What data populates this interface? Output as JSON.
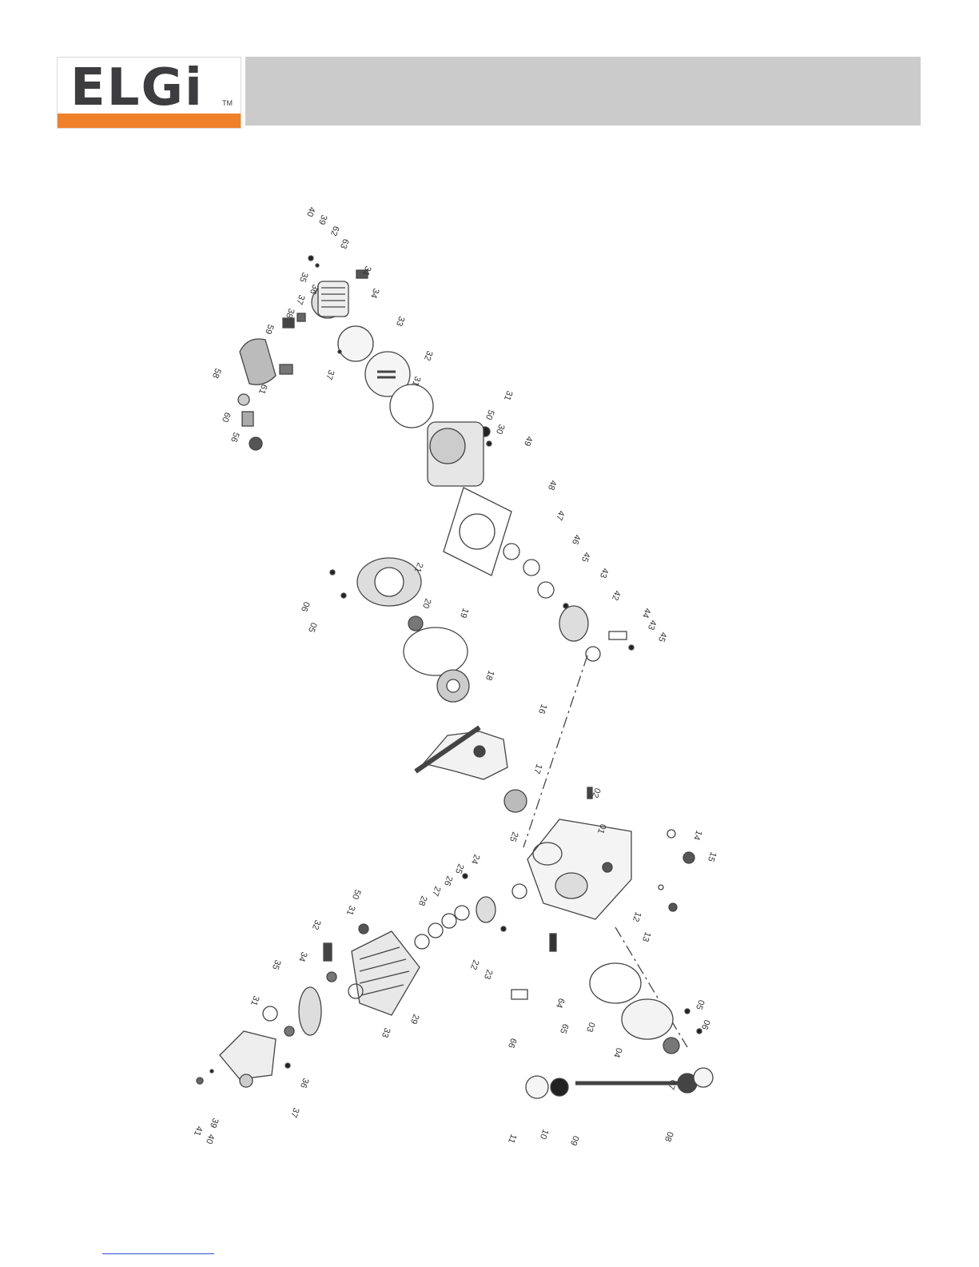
{
  "brand": {
    "logo_text": "ELGi",
    "trademark": "TM",
    "accent_color": "#f0802a",
    "logo_text_color": "#3d3d3f",
    "band_color": "#cbcbcb"
  },
  "diagram": {
    "labels": [
      {
        "text": "40",
        "group": "top-head"
      },
      {
        "text": "39",
        "group": "top-head"
      },
      {
        "text": "62",
        "group": "top-head"
      },
      {
        "text": "63",
        "group": "top-head"
      },
      {
        "text": "35",
        "group": "top-head"
      },
      {
        "text": "31",
        "group": "top-head"
      },
      {
        "text": "36",
        "group": "top-head"
      },
      {
        "text": "37",
        "group": "top-head"
      },
      {
        "text": "38",
        "group": "top-head"
      },
      {
        "text": "59",
        "group": "top-head"
      },
      {
        "text": "34",
        "group": "top-head"
      },
      {
        "text": "37",
        "group": "top-head"
      },
      {
        "text": "33",
        "group": "top-head"
      },
      {
        "text": "58",
        "group": "top-head"
      },
      {
        "text": "61",
        "group": "top-head"
      },
      {
        "text": "60",
        "group": "top-head"
      },
      {
        "text": "56",
        "group": "top-head"
      },
      {
        "text": "32",
        "group": "top-head"
      },
      {
        "text": "31",
        "group": "top-head"
      },
      {
        "text": "50",
        "group": "top-cylinder"
      },
      {
        "text": "30",
        "group": "top-cylinder"
      },
      {
        "text": "31",
        "group": "top-cylinder"
      },
      {
        "text": "49",
        "group": "top-cylinder"
      },
      {
        "text": "48",
        "group": "top-cylinder"
      },
      {
        "text": "47",
        "group": "top-cylinder"
      },
      {
        "text": "46",
        "group": "top-cylinder"
      },
      {
        "text": "45",
        "group": "top-cylinder"
      },
      {
        "text": "43",
        "group": "top-cylinder"
      },
      {
        "text": "42",
        "group": "top-cylinder"
      },
      {
        "text": "44",
        "group": "top-cylinder"
      },
      {
        "text": "43",
        "group": "top-cylinder"
      },
      {
        "text": "45",
        "group": "top-cylinder"
      },
      {
        "text": "21",
        "group": "crank"
      },
      {
        "text": "20",
        "group": "crank"
      },
      {
        "text": "06",
        "group": "crank"
      },
      {
        "text": "05",
        "group": "crank"
      },
      {
        "text": "19",
        "group": "crank"
      },
      {
        "text": "18",
        "group": "crank"
      },
      {
        "text": "16",
        "group": "crank"
      },
      {
        "text": "17",
        "group": "crank"
      },
      {
        "text": "02",
        "group": "crank"
      },
      {
        "text": "01",
        "group": "crankcase"
      },
      {
        "text": "14",
        "group": "crankcase"
      },
      {
        "text": "15",
        "group": "crankcase"
      },
      {
        "text": "12",
        "group": "crankcase"
      },
      {
        "text": "13",
        "group": "crankcase"
      },
      {
        "text": "25",
        "group": "crankcase"
      },
      {
        "text": "24",
        "group": "crankcase"
      },
      {
        "text": "25",
        "group": "crankcase"
      },
      {
        "text": "26",
        "group": "crankcase"
      },
      {
        "text": "27",
        "group": "crankcase"
      },
      {
        "text": "28",
        "group": "crankcase"
      },
      {
        "text": "22",
        "group": "crankcase"
      },
      {
        "text": "23",
        "group": "crankcase"
      },
      {
        "text": "50",
        "group": "lower-cylinder"
      },
      {
        "text": "31",
        "group": "lower-cylinder"
      },
      {
        "text": "29",
        "group": "lower-cylinder"
      },
      {
        "text": "32",
        "group": "lower-cylinder"
      },
      {
        "text": "33",
        "group": "lower-cylinder"
      },
      {
        "text": "34",
        "group": "lower-cylinder"
      },
      {
        "text": "35",
        "group": "lower-cylinder"
      },
      {
        "text": "31",
        "group": "lower-cylinder"
      },
      {
        "text": "36",
        "group": "lower-cylinder"
      },
      {
        "text": "37",
        "group": "lower-cylinder"
      },
      {
        "text": "41",
        "group": "lower-cylinder"
      },
      {
        "text": "39",
        "group": "lower-cylinder"
      },
      {
        "text": "40",
        "group": "lower-cylinder"
      },
      {
        "text": "64",
        "group": "lower-cylinder"
      },
      {
        "text": "65",
        "group": "lower-cylinder"
      },
      {
        "text": "66",
        "group": "lower-cylinder"
      },
      {
        "text": "03",
        "group": "drive"
      },
      {
        "text": "04",
        "group": "drive"
      },
      {
        "text": "05",
        "group": "drive"
      },
      {
        "text": "06",
        "group": "drive"
      },
      {
        "text": "07",
        "group": "drive"
      },
      {
        "text": "08",
        "group": "drive"
      },
      {
        "text": "09",
        "group": "drive"
      },
      {
        "text": "10",
        "group": "drive"
      },
      {
        "text": "11",
        "group": "drive"
      }
    ]
  }
}
